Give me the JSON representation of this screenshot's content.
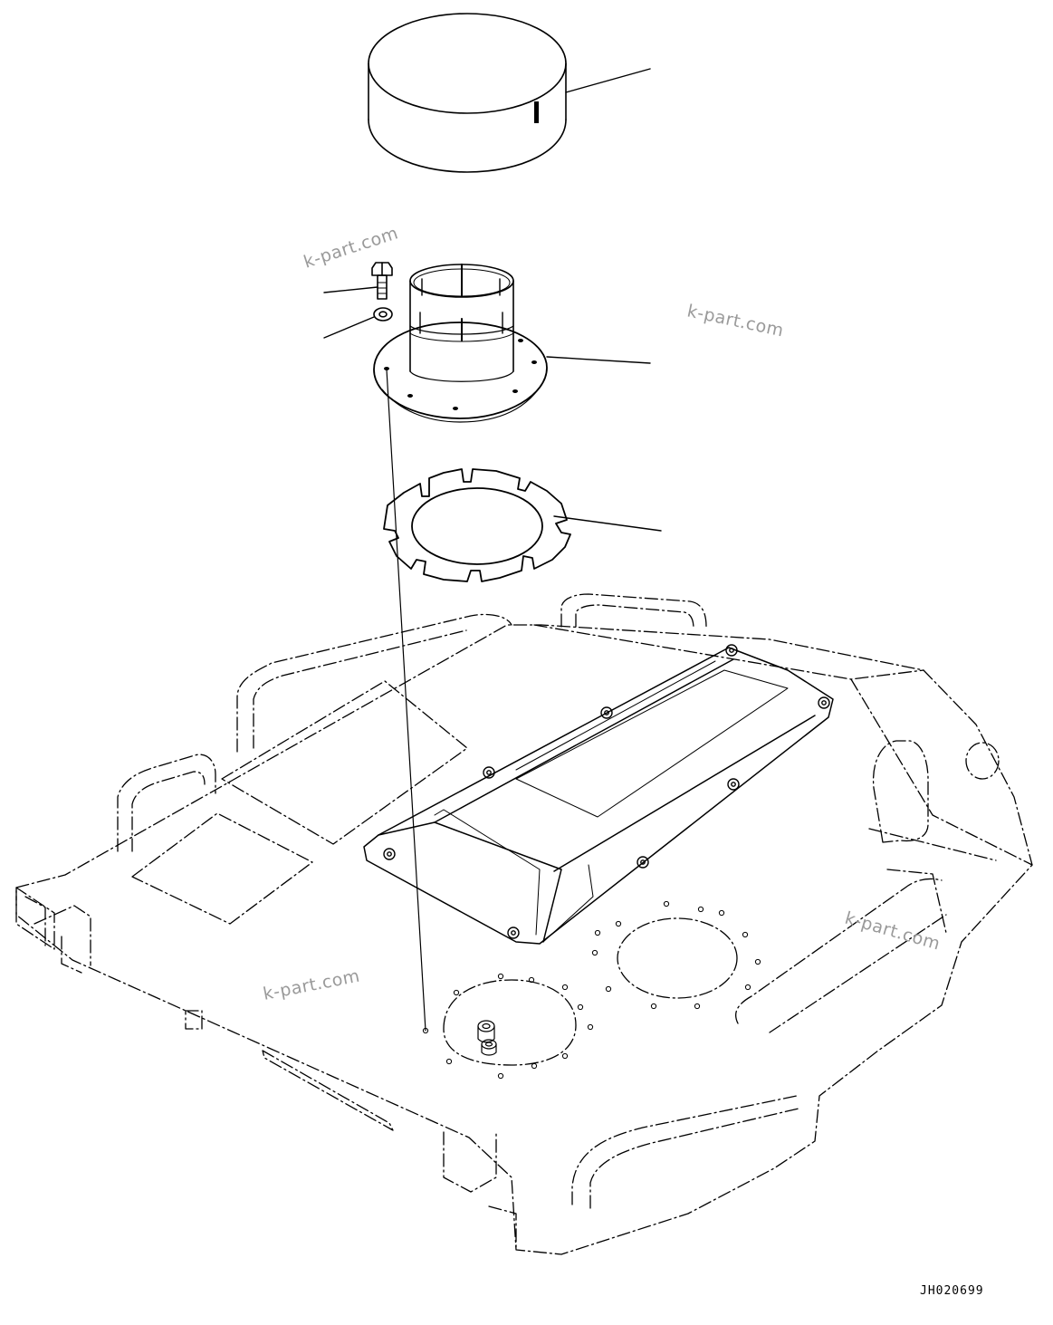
{
  "drawing_code": "JH020699",
  "watermarks": [
    "k-part.com",
    "k-part.com",
    "k-part.com",
    "k-part.com"
  ],
  "parts": [
    {
      "name": "exhaust-cap"
    },
    {
      "name": "bolt"
    },
    {
      "name": "washer"
    },
    {
      "name": "exhaust-pipe-flange"
    },
    {
      "name": "gasket-plate"
    },
    {
      "name": "engine-hood"
    }
  ]
}
